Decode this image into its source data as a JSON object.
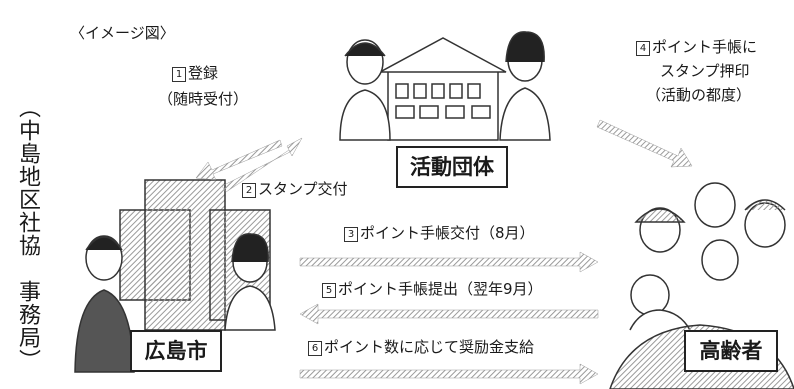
{
  "caption": "〈イメージ図〉",
  "side_label": "（中島地区社協　事務局）",
  "nodes": {
    "city": "広島市",
    "group": "活動団体",
    "elderly": "高齢者"
  },
  "steps": [
    {
      "num": "1",
      "line1": "登録",
      "line2": "（随時受付）"
    },
    {
      "num": "2",
      "line1": "スタンプ交付"
    },
    {
      "num": "3",
      "line1": "ポイント手帳交付（8月）"
    },
    {
      "num": "4",
      "line1": "ポイント手帳に",
      "line2": "スタンプ押印",
      "line3": "（活動の都度）"
    },
    {
      "num": "5",
      "line1": "ポイント手帳提出（翌年9月）"
    },
    {
      "num": "6",
      "line1": "ポイント数に応じて奨励金支給"
    }
  ]
}
